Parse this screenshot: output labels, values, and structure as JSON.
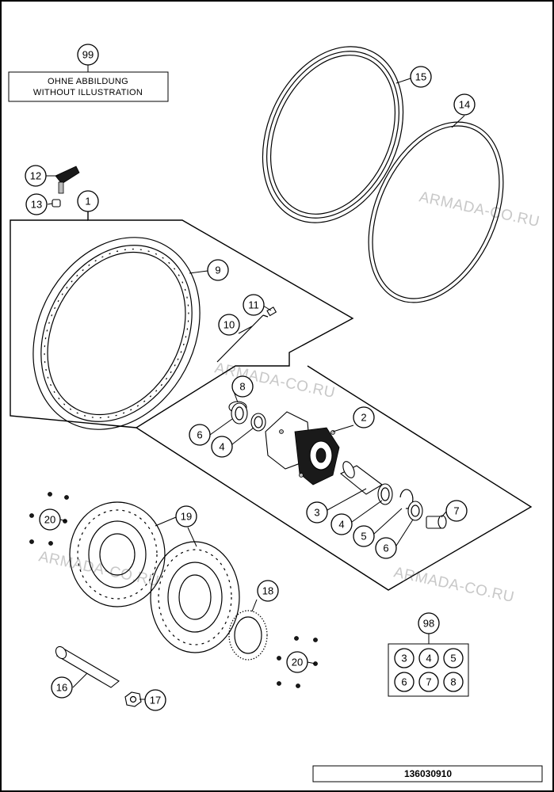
{
  "note": {
    "callout": "99",
    "line1": "OHNE ABBILDUNG",
    "line2": "WITHOUT ILLUSTRATION"
  },
  "watermark": "ARMADA-CO.RU",
  "document_number": "136030910",
  "callouts": {
    "c1": "1",
    "c2": "2",
    "c3": "3",
    "c4a": "4",
    "c4b": "4",
    "c5": "5",
    "c6a": "6",
    "c6b": "6",
    "c7": "7",
    "c8": "8",
    "c9": "9",
    "c10": "10",
    "c11": "11",
    "c12": "12",
    "c13": "13",
    "c14": "14",
    "c15": "15",
    "c16": "16",
    "c17": "17",
    "c18": "18",
    "c19": "19",
    "c20a": "20",
    "c20b": "20"
  },
  "kit": {
    "callout": "98",
    "items": [
      "3",
      "4",
      "5",
      "6",
      "7",
      "8"
    ]
  }
}
